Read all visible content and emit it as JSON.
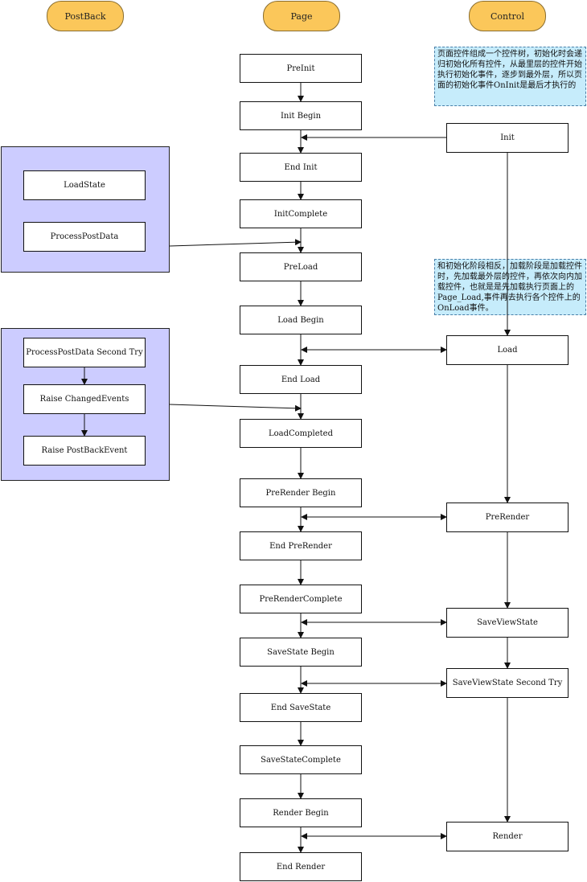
{
  "lanes": {
    "postback": "PostBack",
    "page": "Page",
    "control": "Control"
  },
  "page_steps": [
    "PreInit",
    "Init Begin",
    "End Init",
    "InitComplete",
    "PreLoad",
    "Load Begin",
    "End Load",
    "LoadCompleted",
    "PreRender Begin",
    "End PreRender",
    "PreRenderComplete",
    "SaveState Begin",
    "End SaveState",
    "SaveStateComplete",
    "Render Begin",
    "End Render"
  ],
  "control_steps": [
    "Init",
    "Load",
    "PreRender",
    "SaveViewState",
    "SaveViewState Second Try",
    "Render"
  ],
  "postback_group1": [
    "LoadState",
    "ProcessPostData"
  ],
  "postback_group2": [
    "ProcessPostData Second Try",
    "Raise ChangedEvents",
    "Raise PostBackEvent"
  ],
  "notes": {
    "init": "页面控件组成一个控件树，初始化时会递归初始化所有控件，从最里层的控件开始执行初始化事件，逐步到最外层，所以页面的初始化事件OnInit是最后才执行的",
    "load": "和初始化阶段相反，加载阶段是加载控件时，先加载最外层的控件，再依次向内加载控件，也就是是先加载执行页面上的Page_Load,事件再去执行各个控件上的OnLoad事件。"
  },
  "colors": {
    "lane_header": "#fbc75a",
    "group_fill": "#ccccff",
    "note_fill": "#c6ecfb"
  }
}
